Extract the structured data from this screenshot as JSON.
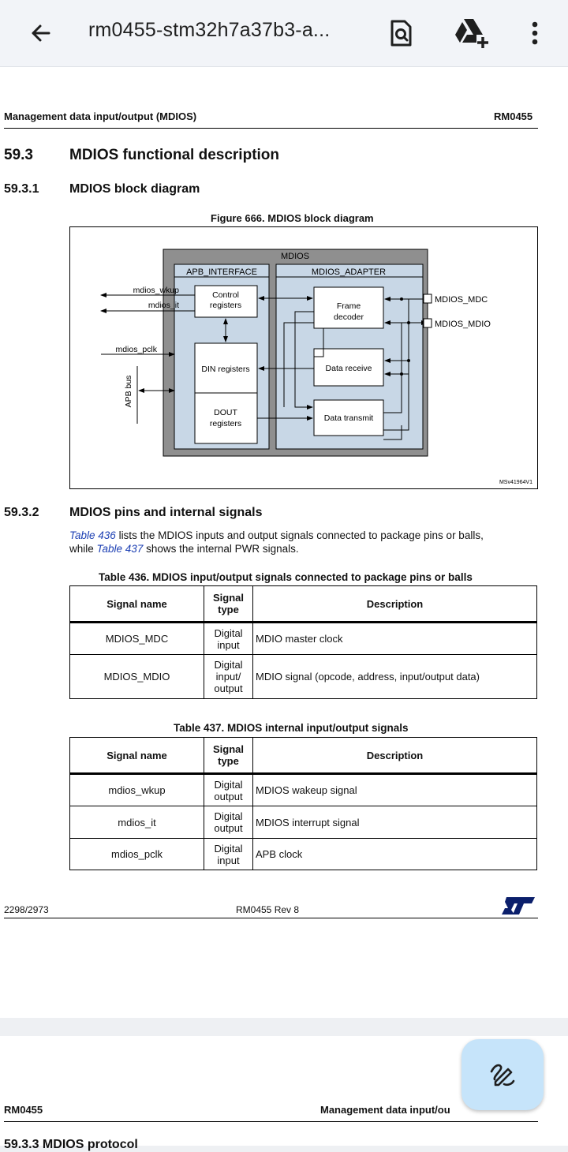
{
  "toolbar": {
    "back_icon": "arrow-left-icon",
    "title": "rm0455-stm32h7a37b3-a...",
    "find_icon": "find-in-page-icon",
    "drive_icon": "add-to-drive-icon",
    "more_icon": "more-vert-icon"
  },
  "page1": {
    "header_left": "Management data input/output (MDIOS)",
    "header_right": "RM0455",
    "section_num": "59.3",
    "section_title": "MDIOS functional description",
    "sub1_num": "59.3.1",
    "sub1_title": "MDIOS block diagram",
    "figure_caption": "Figure 666. MDIOS block diagram",
    "diagram": {
      "outer": "MDIOS",
      "apb": "APB_INTERFACE",
      "adapter": "MDIOS_ADAPTER",
      "control1": "Control",
      "control2": "registers",
      "din": "DIN registers",
      "dout1": "DOUT",
      "dout2": "registers",
      "frame1": "Frame",
      "frame2": "decoder",
      "data_receive": "Data receive",
      "data_transmit": "Data transmit",
      "wkup": "mdios_wkup",
      "it": "mdios_it",
      "pclk": "mdios_pclk",
      "apb_bus": "APB bus",
      "mdc": "MDIOS_MDC",
      "mdio": "MDIOS_MDIO",
      "code": "MSv41964V1"
    },
    "sub2_num": "59.3.2",
    "sub2_title": "MDIOS pins and internal signals",
    "para_link1": "Table 436",
    "para_text1": " lists the MDIOS inputs and output signals connected to package pins or balls,",
    "para_text2": "while ",
    "para_link2": "Table 437",
    "para_text3": " shows the internal PWR signals.",
    "table436": {
      "caption": "Table 436. MDIOS input/output signals connected to package pins or balls",
      "headers": [
        "Signal name",
        "Signal type",
        "Description"
      ],
      "rows": [
        [
          "MDIOS_MDC",
          "Digital input",
          "MDIO master clock"
        ],
        [
          "MDIOS_MDIO",
          "Digital input/ output",
          "MDIO signal (opcode, address, input/output data)"
        ]
      ]
    },
    "table437": {
      "caption": "Table 437. MDIOS internal input/output signals",
      "headers": [
        "Signal name",
        "Signal type",
        "Description"
      ],
      "rows": [
        [
          "mdios_wkup",
          "Digital output",
          "MDIOS wakeup signal"
        ],
        [
          "mdios_it",
          "Digital output",
          "MDIOS interrupt signal"
        ],
        [
          "mdios_pclk",
          "Digital input",
          "APB clock"
        ]
      ]
    },
    "footer_left": "2298/2973",
    "footer_center": "RM0455 Rev 8",
    "logo_text": "ST"
  },
  "page2": {
    "header_left": "RM0455",
    "header_right": "Management data input/ou",
    "next_heading": "59.3.3 MDIOS protocol"
  },
  "fab": {
    "icon": "edit-pencil-icon"
  }
}
